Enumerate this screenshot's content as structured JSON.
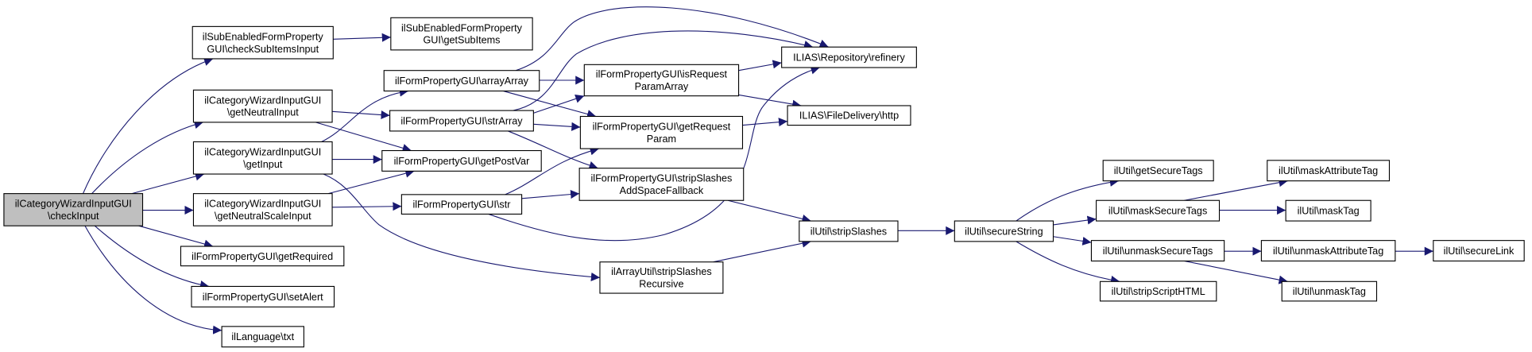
{
  "diagram": {
    "type": "call-graph",
    "colors": {
      "edge": "#191970",
      "root_fill": "#bfbfbf",
      "node_fill": "#ffffff",
      "node_border": "#000000"
    },
    "nodes": [
      {
        "id": "checkInput",
        "lines": [
          "ilCategoryWizardInputGUI",
          "\\checkInput"
        ],
        "root": true
      },
      {
        "id": "checkSubItemsInput",
        "lines": [
          "ilSubEnabledFormProperty",
          "GUI\\checkSubItemsInput"
        ]
      },
      {
        "id": "getSubItems",
        "lines": [
          "ilSubEnabledFormProperty",
          "GUI\\getSubItems"
        ]
      },
      {
        "id": "getNeutralInput",
        "lines": [
          "ilCategoryWizardInputGUI",
          "\\getNeutralInput"
        ]
      },
      {
        "id": "getInput",
        "lines": [
          "ilCategoryWizardInputGUI",
          "\\getInput"
        ]
      },
      {
        "id": "getNeutralScaleInput",
        "lines": [
          "ilCategoryWizardInputGUI",
          "\\getNeutralScaleInput"
        ]
      },
      {
        "id": "getRequired",
        "lines": [
          "ilFormPropertyGUI\\getRequired"
        ]
      },
      {
        "id": "setAlert",
        "lines": [
          "ilFormPropertyGUI\\setAlert"
        ]
      },
      {
        "id": "txt",
        "lines": [
          "ilLanguage\\txt"
        ]
      },
      {
        "id": "arrayArray",
        "lines": [
          "ilFormPropertyGUI\\arrayArray"
        ]
      },
      {
        "id": "strArray",
        "lines": [
          "ilFormPropertyGUI\\strArray"
        ]
      },
      {
        "id": "getPostVar",
        "lines": [
          "ilFormPropertyGUI\\getPostVar"
        ]
      },
      {
        "id": "str",
        "lines": [
          "ilFormPropertyGUI\\str"
        ]
      },
      {
        "id": "isRequestParamArray",
        "lines": [
          "ilFormPropertyGUI\\isRequest",
          "ParamArray"
        ]
      },
      {
        "id": "getRequestParam",
        "lines": [
          "ilFormPropertyGUI\\getRequest",
          "Param"
        ]
      },
      {
        "id": "stripSlashesAddSpaceFallback",
        "lines": [
          "ilFormPropertyGUI\\stripSlashes",
          "AddSpaceFallback"
        ]
      },
      {
        "id": "stripSlashesRecursive",
        "lines": [
          "ilArrayUtil\\stripSlashes",
          "Recursive"
        ]
      },
      {
        "id": "refinery",
        "lines": [
          "ILIAS\\Repository\\refinery"
        ]
      },
      {
        "id": "http",
        "lines": [
          "ILIAS\\FileDelivery\\http"
        ]
      },
      {
        "id": "stripSlashes",
        "lines": [
          "ilUtil\\stripSlashes"
        ]
      },
      {
        "id": "secureString",
        "lines": [
          "ilUtil\\secureString"
        ]
      },
      {
        "id": "getSecureTags",
        "lines": [
          "ilUtil\\getSecureTags"
        ]
      },
      {
        "id": "maskSecureTags",
        "lines": [
          "ilUtil\\maskSecureTags"
        ]
      },
      {
        "id": "unmaskSecureTags",
        "lines": [
          "ilUtil\\unmaskSecureTags"
        ]
      },
      {
        "id": "stripScriptHTML",
        "lines": [
          "ilUtil\\stripScriptHTML"
        ]
      },
      {
        "id": "maskAttributeTag",
        "lines": [
          "ilUtil\\maskAttributeTag"
        ]
      },
      {
        "id": "maskTag",
        "lines": [
          "ilUtil\\maskTag"
        ]
      },
      {
        "id": "unmaskAttributeTag",
        "lines": [
          "ilUtil\\unmaskAttributeTag"
        ]
      },
      {
        "id": "unmaskTag",
        "lines": [
          "ilUtil\\unmaskTag"
        ]
      },
      {
        "id": "secureLink",
        "lines": [
          "ilUtil\\secureLink"
        ]
      }
    ],
    "edges": [
      [
        "checkInput",
        "checkSubItemsInput"
      ],
      [
        "checkInput",
        "getNeutralInput"
      ],
      [
        "checkInput",
        "getInput"
      ],
      [
        "checkInput",
        "getNeutralScaleInput"
      ],
      [
        "checkInput",
        "getRequired"
      ],
      [
        "checkInput",
        "setAlert"
      ],
      [
        "checkInput",
        "txt"
      ],
      [
        "checkSubItemsInput",
        "getSubItems"
      ],
      [
        "getNeutralInput",
        "strArray"
      ],
      [
        "getNeutralInput",
        "getPostVar"
      ],
      [
        "getInput",
        "getPostVar"
      ],
      [
        "getInput",
        "arrayArray"
      ],
      [
        "getInput",
        "stripSlashesRecursive"
      ],
      [
        "getNeutralScaleInput",
        "getPostVar"
      ],
      [
        "getNeutralScaleInput",
        "str"
      ],
      [
        "arrayArray",
        "isRequestParamArray"
      ],
      [
        "arrayArray",
        "getRequestParam"
      ],
      [
        "arrayArray",
        "refinery"
      ],
      [
        "strArray",
        "refinery"
      ],
      [
        "strArray",
        "isRequestParamArray"
      ],
      [
        "strArray",
        "getRequestParam"
      ],
      [
        "strArray",
        "stripSlashesAddSpaceFallback"
      ],
      [
        "str",
        "getRequestParam"
      ],
      [
        "str",
        "stripSlashesAddSpaceFallback"
      ],
      [
        "str",
        "refinery"
      ],
      [
        "isRequestParamArray",
        "refinery"
      ],
      [
        "isRequestParamArray",
        "http"
      ],
      [
        "getRequestParam",
        "http"
      ],
      [
        "stripSlashesAddSpaceFallback",
        "stripSlashes"
      ],
      [
        "stripSlashesRecursive",
        "stripSlashes"
      ],
      [
        "stripSlashes",
        "secureString"
      ],
      [
        "secureString",
        "getSecureTags"
      ],
      [
        "secureString",
        "maskSecureTags"
      ],
      [
        "secureString",
        "unmaskSecureTags"
      ],
      [
        "secureString",
        "stripScriptHTML"
      ],
      [
        "maskSecureTags",
        "maskAttributeTag"
      ],
      [
        "maskSecureTags",
        "maskTag"
      ],
      [
        "unmaskSecureTags",
        "unmaskAttributeTag"
      ],
      [
        "unmaskSecureTags",
        "unmaskTag"
      ],
      [
        "unmaskAttributeTag",
        "secureLink"
      ]
    ]
  }
}
